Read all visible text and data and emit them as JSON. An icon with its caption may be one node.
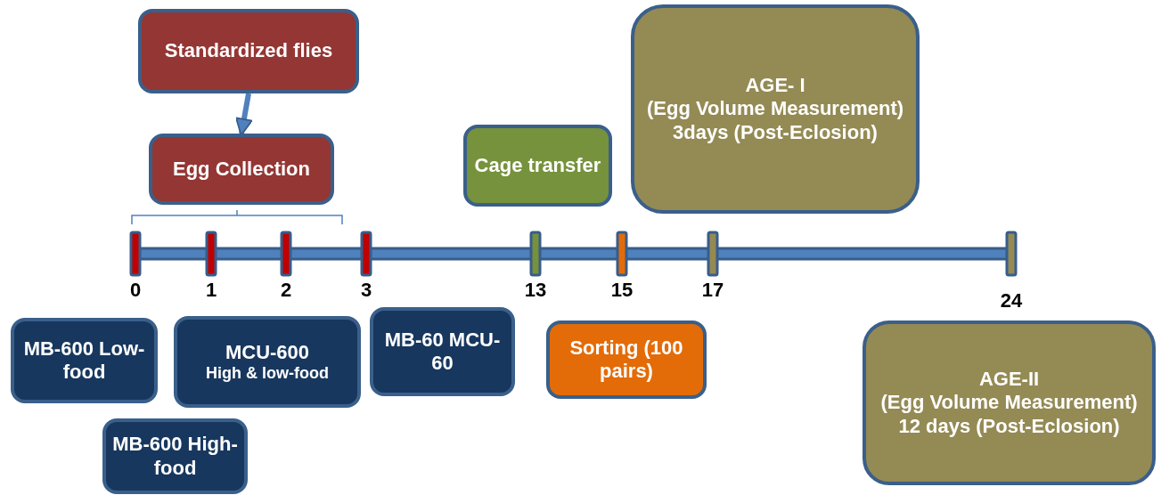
{
  "diagram": {
    "nodes": [
      {
        "text": [
          "Standardized flies"
        ]
      },
      {
        "text": [
          "Egg Collection"
        ]
      },
      {
        "text": [
          "Cage transfer"
        ]
      },
      {
        "text": [
          "AGE- I",
          "(Egg Volume Measurement)",
          "3days (Post-Eclosion)"
        ]
      },
      {
        "text": [
          "MB-600 Low-food"
        ]
      },
      {
        "text": [
          "MCU-600",
          "High & low-food"
        ]
      },
      {
        "text": [
          "MB-60 MCU-60"
        ]
      },
      {
        "text": [
          "Sorting (100 pairs)"
        ]
      },
      {
        "text": [
          "AGE-II",
          "(Egg Volume Measurement)",
          "12 days (Post-Eclosion)"
        ]
      },
      {
        "text": [
          "MB-600 High-food"
        ]
      }
    ],
    "edges": [
      {
        "from": 0,
        "to": 1,
        "arrow": "to"
      }
    ],
    "labels": [
      "0",
      "1",
      "2",
      "3",
      "13",
      "15",
      "17",
      "24"
    ]
  }
}
